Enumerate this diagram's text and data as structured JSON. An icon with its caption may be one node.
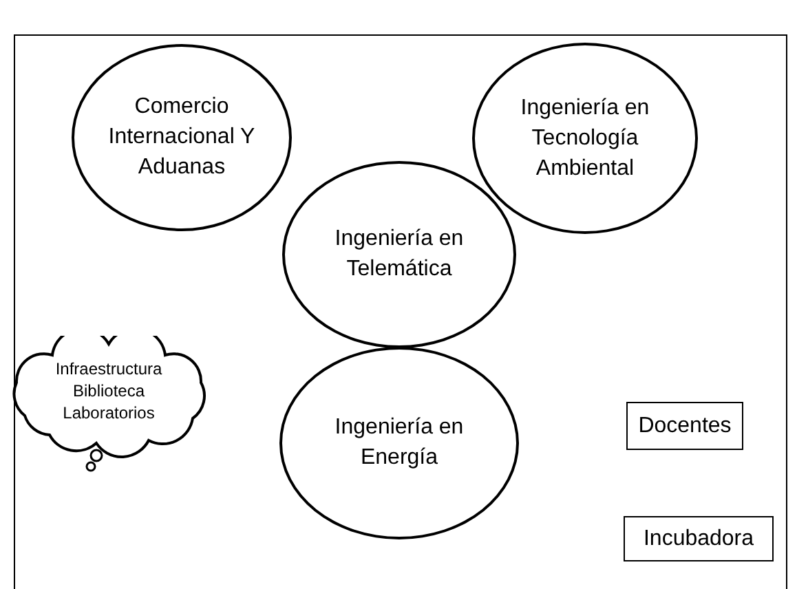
{
  "diagram": {
    "nodes": [
      {
        "text": [
          "Comercio Internacional Y Aduanas"
        ]
      },
      {
        "text": [
          "Ingeniería en Tecnología Ambiental"
        ]
      },
      {
        "text": [
          "Ingeniería en Telemática"
        ]
      },
      {
        "text": [
          "Infraestructura",
          "Biblioteca",
          "Laboratorios"
        ]
      },
      {
        "text": [
          "Ingeniería en Energía"
        ]
      },
      {
        "text": [
          "Docentes"
        ]
      },
      {
        "text": [
          "Incubadora"
        ]
      }
    ]
  }
}
